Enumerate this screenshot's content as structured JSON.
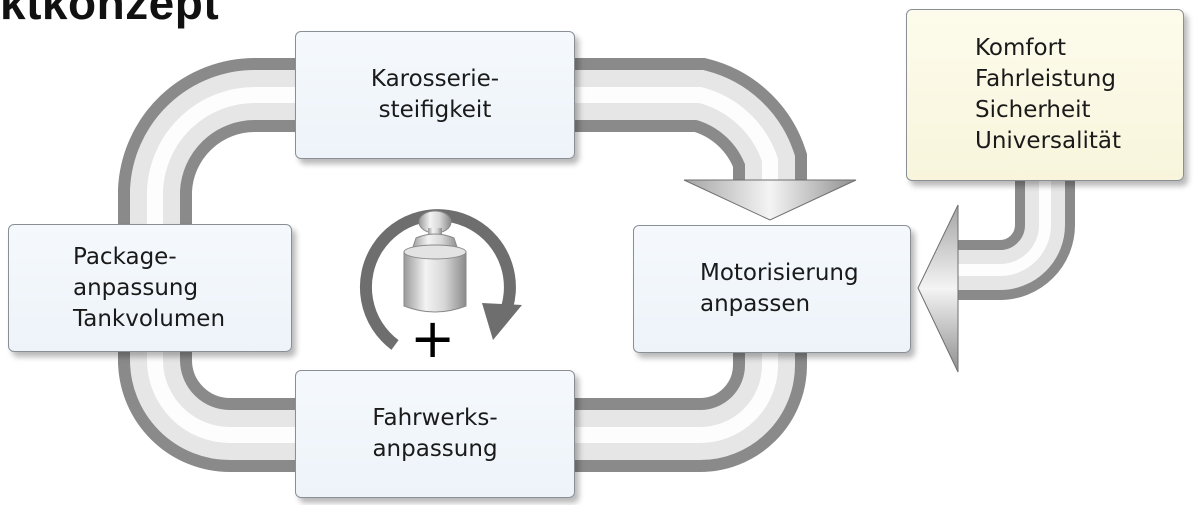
{
  "title": "ktkonzept",
  "boxes": {
    "top": {
      "lines": [
        "Karosserie-",
        "steifigkeit"
      ]
    },
    "left": {
      "lines": [
        "Package-",
        "anpassung",
        "Tankvolumen"
      ]
    },
    "bottom": {
      "lines": [
        "Fahrwerks-",
        "anpassung"
      ]
    },
    "right": {
      "lines": [
        "Motorisierung",
        "anpassen"
      ]
    },
    "goals": {
      "lines": [
        "Komfort",
        "Fahrleistung",
        "Sicherheit",
        "Universalität"
      ]
    }
  },
  "center_symbol": "+",
  "icons": [
    "weight-icon",
    "rotate-arrow-icon"
  ],
  "colors": {
    "box_fill": "#eef4fa",
    "goals_fill": "#faf7e0",
    "pipe": "#b5b5b5",
    "rotate_arrow": "#6e6e6e"
  }
}
